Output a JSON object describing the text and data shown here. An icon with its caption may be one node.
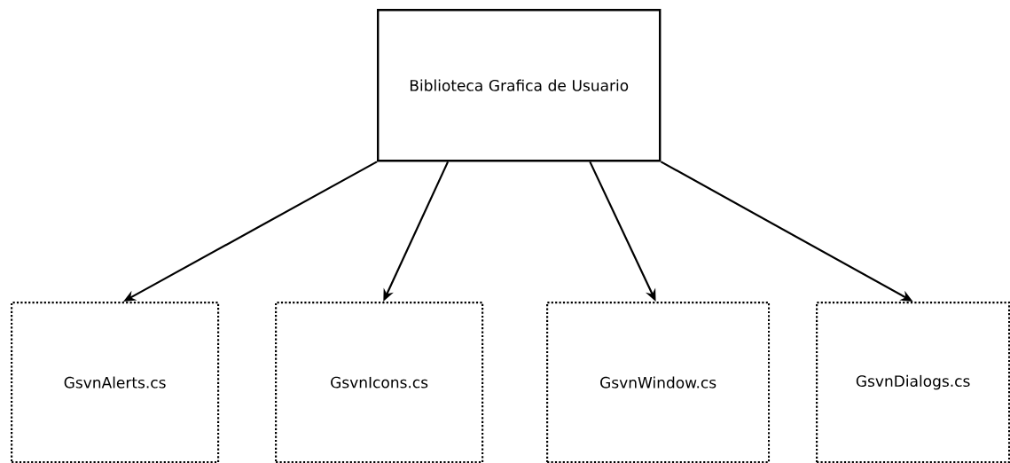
{
  "diagram": {
    "nodes": [
      {
        "text": [
          "Biblioteca Grafica de Usuario"
        ]
      },
      {
        "text": [
          "GsvnAlerts.cs"
        ]
      },
      {
        "text": [
          "GsvnIcons.cs"
        ]
      },
      {
        "text": [
          "GsvnWindow.cs"
        ]
      },
      {
        "text": [
          "GsvnDialogs.cs"
        ]
      }
    ],
    "edges": [
      {
        "from": 0,
        "to": 1,
        "arrow": "to"
      },
      {
        "from": 0,
        "to": 2,
        "arrow": "to"
      },
      {
        "from": 0,
        "to": 3,
        "arrow": "to"
      },
      {
        "from": 0,
        "to": 4,
        "arrow": "to"
      }
    ]
  }
}
